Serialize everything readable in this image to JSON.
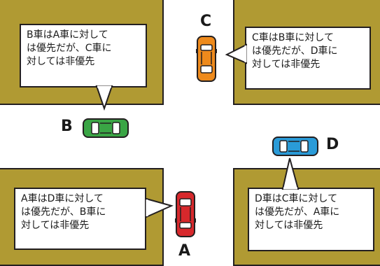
{
  "colors": {
    "ground": "#b09a33",
    "road": "#ffffff",
    "outline": "#231f20",
    "car_a": "#d7282c",
    "car_b": "#3aa545",
    "car_c": "#ee8a1c",
    "car_d": "#2a9bd8"
  },
  "cars": {
    "a": {
      "label": "A",
      "color_name": "red",
      "heading": "up"
    },
    "b": {
      "label": "B",
      "color_name": "green",
      "heading": "right"
    },
    "c": {
      "label": "C",
      "color_name": "orange",
      "heading": "down"
    },
    "d": {
      "label": "D",
      "color_name": "blue",
      "heading": "left"
    }
  },
  "bubbles": {
    "b": {
      "lines": [
        "B車はA車に対して",
        "は優先だが、C車に",
        "対しては非優先"
      ]
    },
    "c": {
      "lines": [
        "C車はB車に対して",
        "は優先だが、D車に",
        "対しては非優先"
      ]
    },
    "a": {
      "lines": [
        "A車はD車に対して",
        "は優先だが、B車に",
        "対しては非優先"
      ]
    },
    "d": {
      "lines": [
        "D車はC車に対して",
        "は優先だが、A車に",
        "対しては非優先"
      ]
    }
  }
}
